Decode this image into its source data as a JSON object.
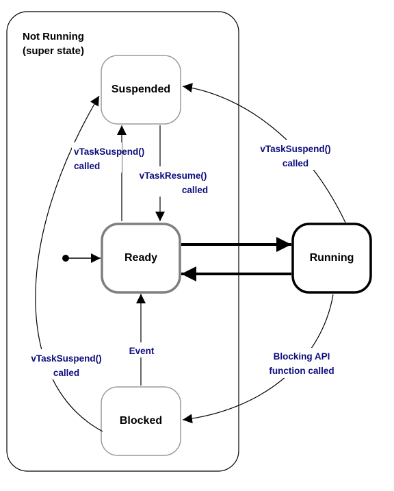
{
  "super_state": {
    "title_line1": "Not Running",
    "title_line2": "(super state)"
  },
  "states": {
    "suspended": "Suspended",
    "ready": "Ready",
    "running": "Running",
    "blocked": "Blocked"
  },
  "transitions": {
    "ready_to_suspended": {
      "line1": "vTaskSuspend()",
      "line2": "called"
    },
    "suspended_to_ready": {
      "line1": "vTaskResume()",
      "line2": "called"
    },
    "running_to_suspended": {
      "line1": "vTaskSuspend()",
      "line2": "called"
    },
    "blocked_to_suspended": {
      "line1": "vTaskSuspend()",
      "line2": "called"
    },
    "blocked_to_ready": {
      "line1": "Event"
    },
    "running_to_blocked": {
      "line1": "Blocking API",
      "line2": "function called"
    }
  },
  "colors": {
    "label_text": "#0d0d7e",
    "ready_border": "#7f7f7f",
    "soft_border": "#9a9a9a",
    "running_border": "#000000"
  }
}
